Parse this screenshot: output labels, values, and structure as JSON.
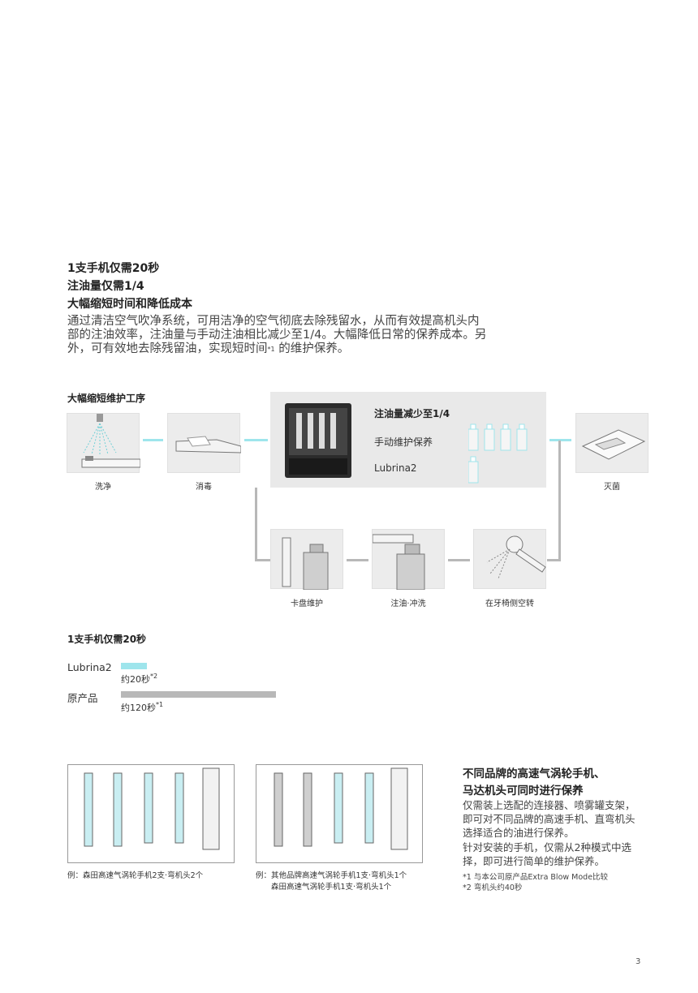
{
  "intro": {
    "line1": "1支手机仅需20秒",
    "line2": "注油量仅需1/4",
    "line3": "大幅缩短时间和降低成本",
    "para_a": "通过清洁空气吹净系统，可用洁净的空气彻底去除残留水，从而有效提高机头内部的注油效率，注油量与手动注油相比减少至1/4。大幅降低日常的保养成本。另外，可有效地去除残留油，实现短时间",
    "para_sup": "*1",
    "para_b": " 的维护保养。"
  },
  "process": {
    "title": "大幅缩短维护工序",
    "wash": "洗净",
    "disinfect": "消毒",
    "sterilize": "灭菌",
    "chuck": "卡盘维护",
    "oil_flush": "注油·冲洗",
    "idle": "在牙椅侧空转",
    "panel_title": "注油量减少至1/4",
    "manual": "手动维护保养",
    "lubrina": "Lubrina2"
  },
  "timing": {
    "title": "1支手机仅需20秒",
    "lubrina_label": "Lubrina2",
    "lubrina_time": "约20秒",
    "lubrina_sup": "*2",
    "old_label": "原产品",
    "old_time": "约120秒",
    "old_sup": "*1"
  },
  "examples": {
    "ex1": "例：森田高速气涡轮手机2支·弯机头2个",
    "ex2a": "例：其他品牌高速气涡轮手机1支·弯机头1个",
    "ex2b": "森田高速气涡轮手机1支·弯机头1个"
  },
  "feature": {
    "title1": "不同品牌的高速气涡轮手机、",
    "title2": "马达机头可同时进行保养",
    "line1": "仅需装上选配的连接器、喷雾罐支架，",
    "line2": "即可对不同品牌的高速手机、直弯机头",
    "line3": "选择适合的油进行保养。",
    "line4": "针对安装的手机，仅需从2种模式中选",
    "line5": "择，即可进行简单的维护保养。",
    "note1": "*1 与本公司原产品Extra Blow Mode比较",
    "note2": "*2 弯机头约40秒"
  },
  "page_number": "3",
  "chart_data": {
    "type": "bar",
    "categories": [
      "Lubrina2",
      "原产品"
    ],
    "values": [
      20,
      120
    ],
    "colors": [
      "#9ee5ec",
      "#b8b8b8"
    ]
  }
}
